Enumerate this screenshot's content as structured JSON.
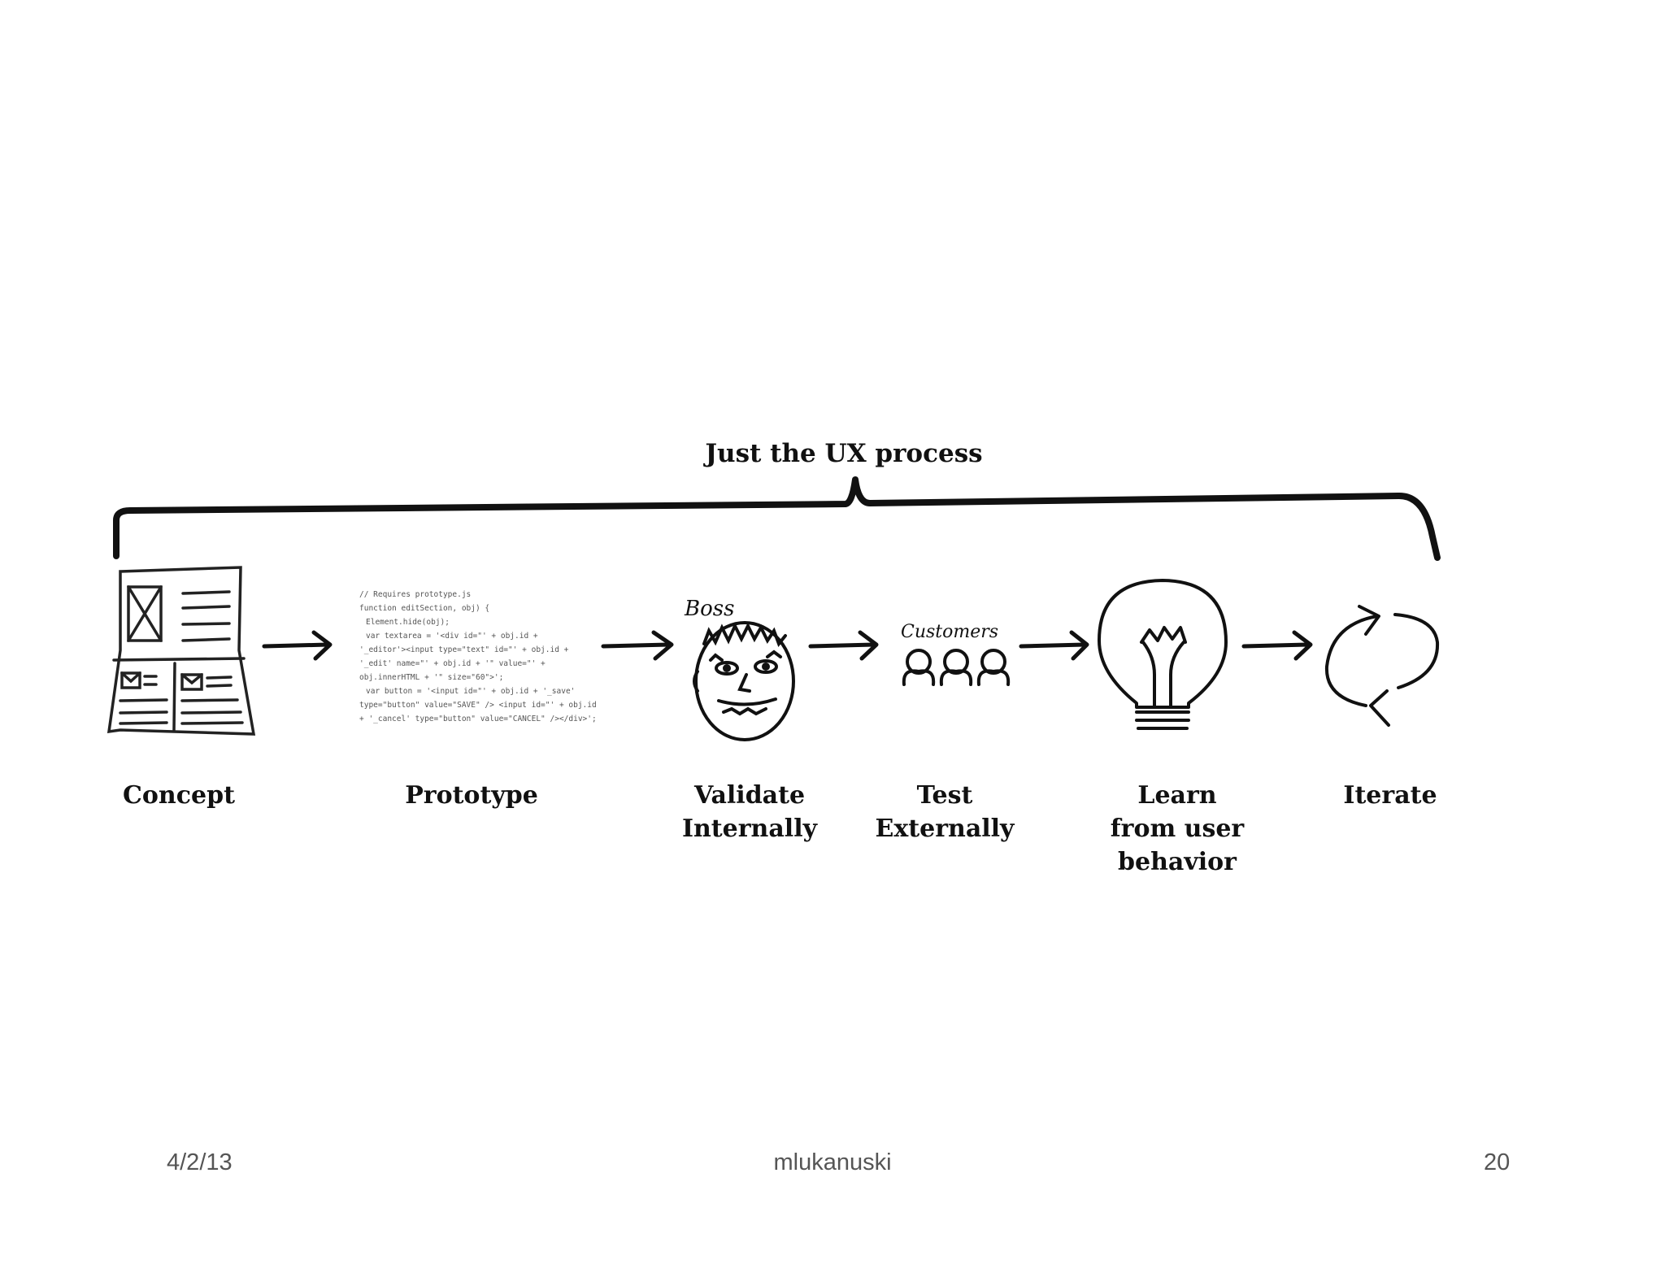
{
  "diagram": {
    "title": "Just the UX process",
    "steps": [
      {
        "id": "concept",
        "label_lines": [
          "Concept"
        ],
        "icon": "newspaper-layout-icon"
      },
      {
        "id": "prototype",
        "label_lines": [
          "Prototype"
        ],
        "icon": "code-snippet-icon"
      },
      {
        "id": "validate",
        "label_lines": [
          "Validate",
          "Internally"
        ],
        "icon": "boss-face-icon",
        "icon_caption": "Boss"
      },
      {
        "id": "test",
        "label_lines": [
          "Test",
          "Externally"
        ],
        "icon": "customers-icon",
        "icon_caption": "Customers"
      },
      {
        "id": "learn",
        "label_lines": [
          "Learn",
          "from user",
          "behavior"
        ],
        "icon": "lightbulb-icon"
      },
      {
        "id": "iterate",
        "label_lines": [
          "Iterate"
        ],
        "icon": "cycle-arrows-icon"
      }
    ],
    "code_lines": [
      "// Requires prototype.js",
      "function editSection, obj) {",
      "  Element.hide(obj);",
      "  var textarea = '<div id=\"' + obj.id +",
      "'_editor'><input type=\"text\" id=\"' + obj.id +",
      "'_edit' name=\"' + obj.id + '\" value=\"' +",
      "obj.innerHTML + '\" size=\"60\">';",
      "  var button = '<input id=\"' + obj.id + '_save'",
      "type=\"button\" value=\"SAVE\" /> <input id=\"' + obj.id",
      "+ '_cancel' type=\"button\" value=\"CANCEL\" /></div>';"
    ]
  },
  "footer": {
    "date": "4/2/13",
    "author": "mlukanuski",
    "page": "20"
  }
}
